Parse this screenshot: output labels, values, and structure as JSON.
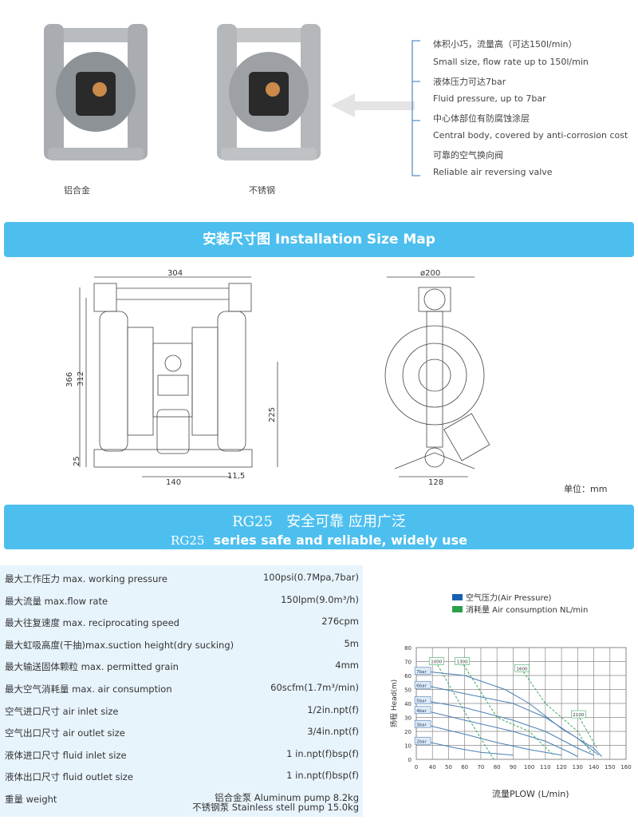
{
  "products": [
    {
      "caption": "铝合金"
    },
    {
      "caption": "不锈钢"
    }
  ],
  "features": [
    "体积小巧，流量高（可达150l/min）",
    "Small size, flow rate up to 150l/min",
    "液体压力可达7bar",
    "Fluid pressure, up to 7bar",
    "中心体部位有防腐蚀涂层",
    "Central body, covered by anti-corrosion cost",
    "可靠的空气换向阀",
    "Reliable air reversing valve"
  ],
  "install_banner": {
    "title": "安装尺寸图 Installation Size Map"
  },
  "drawing": {
    "front": {
      "width": "304",
      "height": "366",
      "height2": "312",
      "port": "225",
      "base": "25",
      "spacing": "140",
      "hole": "11,5"
    },
    "side": {
      "diameter": "ø200",
      "base": "128"
    },
    "unit": "单位：mm"
  },
  "series_banner": {
    "model": "RG25",
    "cn": "安全可靠  应用广泛",
    "model2": "RG25",
    "en": "series safe and reliable, widely use"
  },
  "specs": [
    {
      "label": "最大工作压力 max. working pressure",
      "value": "100psi(0.7Mpa,7bar)"
    },
    {
      "label": "最大流量 max.flow rate",
      "value": "150lpm(9.0m³/h)"
    },
    {
      "label": "最大往复速度 max. reciprocating speed",
      "value": "276cpm"
    },
    {
      "label": "最大虹吸高度(干抽)max.suction height(dry sucking)",
      "value": "5m"
    },
    {
      "label": "最大输送固体颗粒 max. permitted grain",
      "value": "4mm"
    },
    {
      "label": "最大空气消耗量 max. air consumption",
      "value": "60scfm(1.7m³/min)"
    },
    {
      "label": "空气进口尺寸 air inlet size",
      "value": "1/2in.npt(f)"
    },
    {
      "label": "空气出口尺寸 air outlet size",
      "value": "3/4in.npt(f)"
    },
    {
      "label": "液体进口尺寸 fluid inlet size",
      "value": "1 in.npt(f)bsp(f)"
    },
    {
      "label": "液体出口尺寸 fluid outlet size",
      "value": "1 in.npt(f)bsp(f)"
    },
    {
      "label": "重量 weight",
      "value": "铝合金泵 Aluminum pump 8.2kg",
      "value2": "不锈钢泵 Stainless stell pump 15.0kg"
    }
  ],
  "chart_data": {
    "type": "line",
    "legend": [
      {
        "label": "空气压力(Air Pressure)",
        "color": "#1a5fb0"
      },
      {
        "label": "消耗量 Air consumption NL/min",
        "color": "#2aa04a"
      }
    ],
    "xlabel": "流量PLOW (L/min)",
    "ylabel": "扬程 Head(m)",
    "xlim": [
      30,
      160
    ],
    "ylim": [
      0,
      80
    ],
    "xticks": [
      "0",
      "40",
      "50",
      "60",
      "70",
      "80",
      "90",
      "100",
      "110",
      "120",
      "130",
      "140",
      "150",
      "160"
    ],
    "yticks": [
      "0",
      "10",
      "20",
      "30",
      "40",
      "50",
      "60",
      "70",
      "80"
    ],
    "series": [
      {
        "name": "7bar",
        "points": [
          [
            35,
            63
          ],
          [
            60,
            60
          ],
          [
            85,
            50
          ],
          [
            100,
            40
          ],
          [
            120,
            22
          ],
          [
            140,
            8
          ],
          [
            145,
            2
          ]
        ]
      },
      {
        "name": "6bar",
        "points": [
          [
            35,
            53
          ],
          [
            60,
            47
          ],
          [
            90,
            40
          ],
          [
            110,
            30
          ],
          [
            130,
            15
          ],
          [
            143,
            3
          ]
        ]
      },
      {
        "name": "5bar",
        "points": [
          [
            35,
            42
          ],
          [
            60,
            37
          ],
          [
            90,
            28
          ],
          [
            110,
            20
          ],
          [
            130,
            8
          ],
          [
            140,
            3
          ]
        ]
      },
      {
        "name": "4bar",
        "points": [
          [
            35,
            35
          ],
          [
            60,
            28
          ],
          [
            90,
            20
          ],
          [
            110,
            13
          ],
          [
            125,
            5
          ],
          [
            130,
            2
          ]
        ]
      },
      {
        "name": "3bar",
        "points": [
          [
            35,
            25
          ],
          [
            60,
            18
          ],
          [
            80,
            12
          ],
          [
            100,
            7
          ],
          [
            120,
            3
          ]
        ]
      },
      {
        "name": "2bar",
        "points": [
          [
            35,
            13
          ],
          [
            55,
            8
          ],
          [
            70,
            5
          ],
          [
            90,
            3
          ]
        ]
      }
    ],
    "consumption": [
      {
        "name": "1000",
        "points": [
          [
            42,
            70
          ],
          [
            62,
            30
          ],
          [
            78,
            0
          ]
        ]
      },
      {
        "name": "1300",
        "points": [
          [
            58,
            70
          ],
          [
            80,
            30
          ],
          [
            100,
            20
          ],
          [
            115,
            3
          ]
        ]
      },
      {
        "name": "1600",
        "points": [
          [
            95,
            65
          ],
          [
            110,
            40
          ],
          [
            130,
            20
          ],
          [
            138,
            5
          ]
        ]
      },
      {
        "name": "2100",
        "points": [
          [
            130,
            32
          ],
          [
            142,
            8
          ]
        ]
      }
    ]
  }
}
